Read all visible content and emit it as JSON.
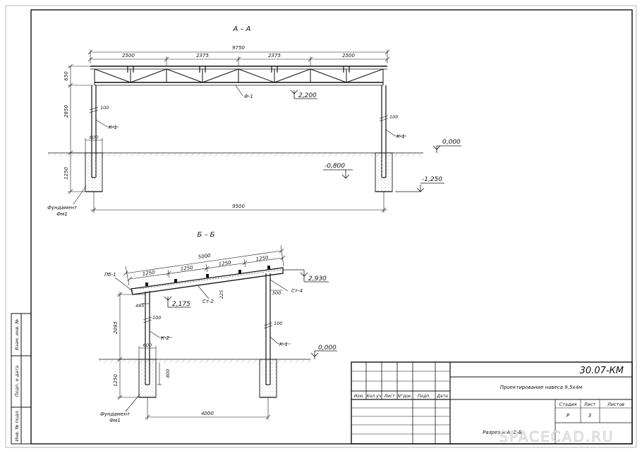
{
  "sheet": {
    "inner_frame": {
      "left": "Инв. № подл.",
      "middle": "Подп. и дата",
      "right": "Взам. инв. №"
    }
  },
  "section_aa": {
    "title": "А – А",
    "overall_span": "9750",
    "bay_dims": [
      "2500",
      "2375",
      "2375",
      "2500"
    ],
    "truss_height": "650",
    "column_height": "2850",
    "foundation_depth": "1250",
    "column_spacing": "9500",
    "truss_label": "Ф-1",
    "column_label_left": "К-1",
    "column_label_right": "К-1",
    "column_size_left": "100",
    "column_size_right": "100",
    "foundation_width": "600",
    "foundation_label_line1": "Фундамент",
    "foundation_label_line2": "Фм1",
    "elev_truss_bottom": "2,200",
    "elev_ground": "0,000",
    "elev_mid": "-0,800",
    "elev_bottom": "-1,250"
  },
  "section_bb": {
    "title": "Б – Б",
    "overall_span": "5000",
    "purlin_dims": [
      "1250",
      "1250",
      "1250",
      "1250"
    ],
    "beam_label": "Пб-1",
    "rafter_label": "Ст-2",
    "right_post_label": "Ст-4",
    "rafter_depth": "225",
    "post_top_offset": "500",
    "left_offset": "495",
    "column_height": "2095",
    "column_label_left": "К-2",
    "column_label_right": "К-1",
    "column_size_left": "100",
    "column_size_right": "100",
    "foundation_width": "600",
    "foundation_depth": "1250",
    "foundation_embed": "800",
    "column_spacing": "4000",
    "foundation_label_line1": "Фундамент",
    "foundation_label_line2": "Фм1",
    "elev_top": "2,930",
    "elev_low": "2,175",
    "elev_ground": "0,000"
  },
  "title_block": {
    "code": "30.07-КМ",
    "project": "Проектирование навеса 9,5х4м",
    "headers": [
      "Изм.",
      "Кол.уч",
      "Лист",
      "N°док.",
      "Подп.",
      "Дата"
    ],
    "sheet_headers": [
      "Стадия",
      "Лист",
      "Листов"
    ],
    "stage": "Р",
    "sheet_no": "3",
    "sheet_total": "",
    "drawing_name": "Разрез А-А, Б-Б"
  },
  "watermark": "SPACECAD.RU"
}
